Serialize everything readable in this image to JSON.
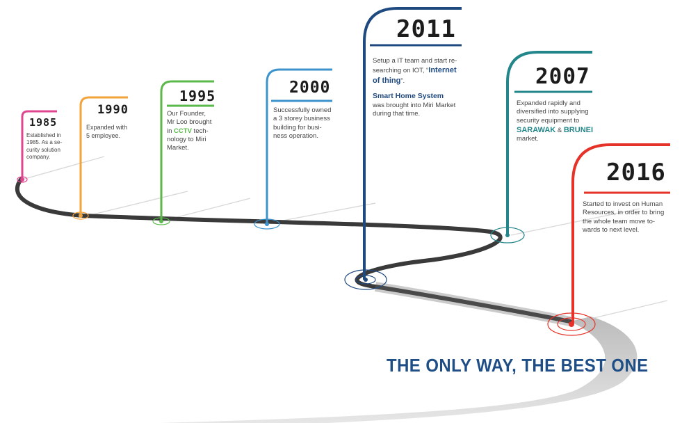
{
  "colors": {
    "m1985": "#e0458f",
    "m1990": "#f2a33a",
    "m1995": "#5ab94a",
    "m2000": "#3d93cc",
    "m2011": "#1f4a80",
    "m2007": "#23868a",
    "m2016": "#e6332a",
    "slogan": "#1f4e86",
    "road": "#3a3a3a"
  },
  "milestones": {
    "m1985": {
      "year": "1985",
      "lines": [
        "Established in",
        "1985.  As a se-",
        "curity solution",
        "company."
      ]
    },
    "m1990": {
      "year": "1990",
      "lines": [
        "Expanded with",
        "5 employee."
      ]
    },
    "m1995": {
      "year": "1995",
      "line1": "Our Founder,",
      "line2": "Mr Loo brought",
      "line3_pre": "in ",
      "line3_hl": "CCTV",
      "line3_post": " tech-",
      "line4": "nology to Miri",
      "line5": "Market."
    },
    "m2000": {
      "year": "2000",
      "lines": [
        "Successfully owned",
        "a 3 storey business",
        "building for busi-",
        "ness operation."
      ]
    },
    "m2011": {
      "year": "2011",
      "line1": "Setup a IT team and start re-",
      "line2_pre": "searching on IOT, “",
      "line2_hl": "Internet",
      "line3_hl": "of thing",
      "line3_post": "”.",
      "line4_hl": "Smart Home System",
      "line5": "was brought into Miri Market",
      "line6": "during that time."
    },
    "m2007": {
      "year": "2007",
      "line1": "Expanded rapidly and",
      "line2": "diversified into supplying",
      "line3": "security equipment to",
      "line4_hl1": "SARAWAK",
      "line4_mid": " & ",
      "line4_hl2": "BRUNEI",
      "line5": "market."
    },
    "m2016": {
      "year": "2016",
      "lines": [
        "Started to invest on Human",
        "Resources, in order to bring",
        "the whole team move to-",
        "wards to next level."
      ]
    }
  },
  "slogan": "THE ONLY WAY, THE BEST ONE"
}
